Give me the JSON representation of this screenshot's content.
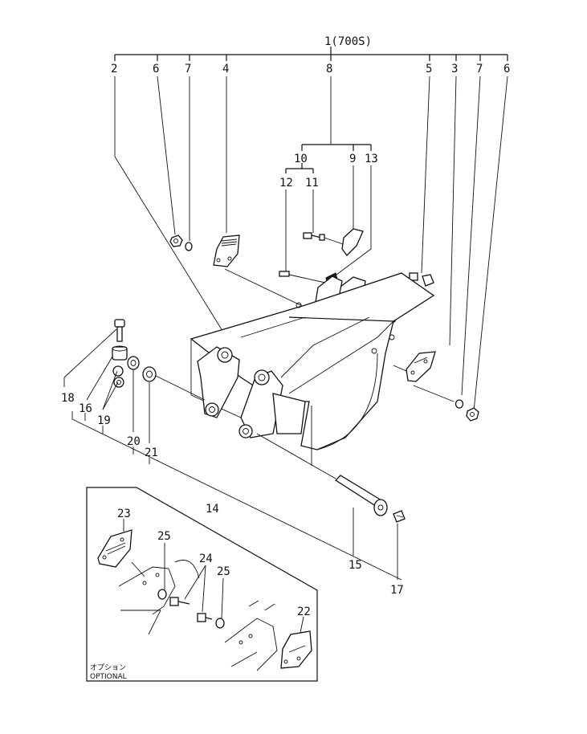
{
  "assembly_label": "1(700S)",
  "callouts": {
    "c2": "2",
    "c6a": "6",
    "c7a": "7",
    "c4": "4",
    "c8": "8",
    "c5": "5",
    "c3": "3",
    "c7b": "7",
    "c6b": "6",
    "c10": "10",
    "c9": "9",
    "c13": "13",
    "c12": "12",
    "c11": "11",
    "c18": "18",
    "c16": "16",
    "c19": "19",
    "c20": "20",
    "c21": "21",
    "c14": "14",
    "c15": "15",
    "c17": "17",
    "c23": "23",
    "c25a": "25",
    "c24": "24",
    "c25b": "25",
    "c22": "22"
  },
  "optional_box": {
    "label_jp": "オプション",
    "label_en": "OPTIONAL"
  }
}
